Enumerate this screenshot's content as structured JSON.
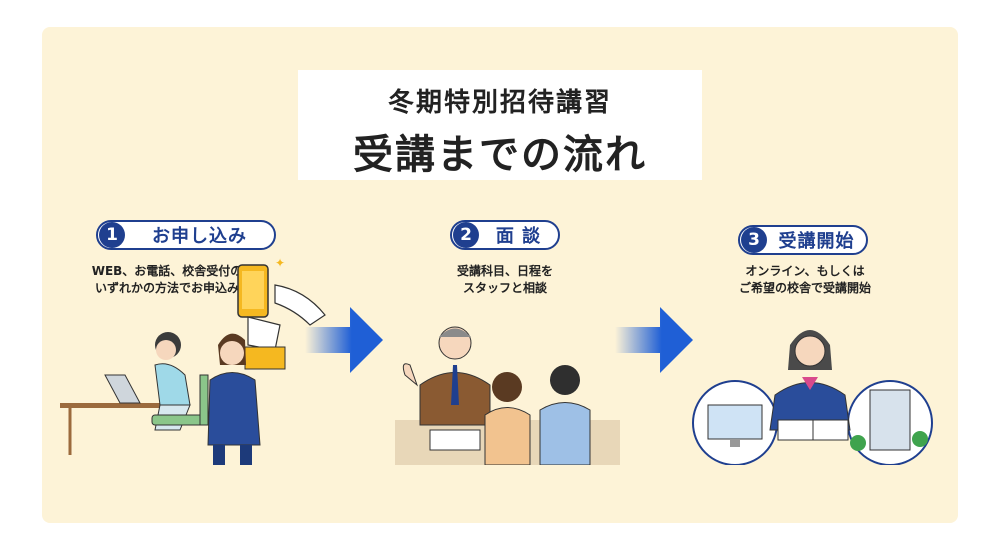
{
  "title": {
    "line1": "冬期特別招待講習",
    "line2": "受講までの流れ"
  },
  "steps": [
    {
      "number": "1",
      "label": "お申し込み",
      "desc_line1": "WEB、お電話、校舎受付の",
      "desc_line2": "いずれかの方法でお申込み",
      "illustration": "receptionist-and-student-icon"
    },
    {
      "number": "2",
      "label": "面 談",
      "desc_line1": "受講科目、日程を",
      "desc_line2": "スタッフと相談",
      "illustration": "consultation-meeting-icon"
    },
    {
      "number": "3",
      "label": "受講開始",
      "desc_line1": "オンライン、もしくは",
      "desc_line2": "ご希望の校舎で受講開始",
      "illustration": "student-studying-icon"
    }
  ],
  "colors": {
    "panel": "#fdf3d7",
    "accent": "#1f3f8f",
    "arrow": "#1f5fd6"
  }
}
